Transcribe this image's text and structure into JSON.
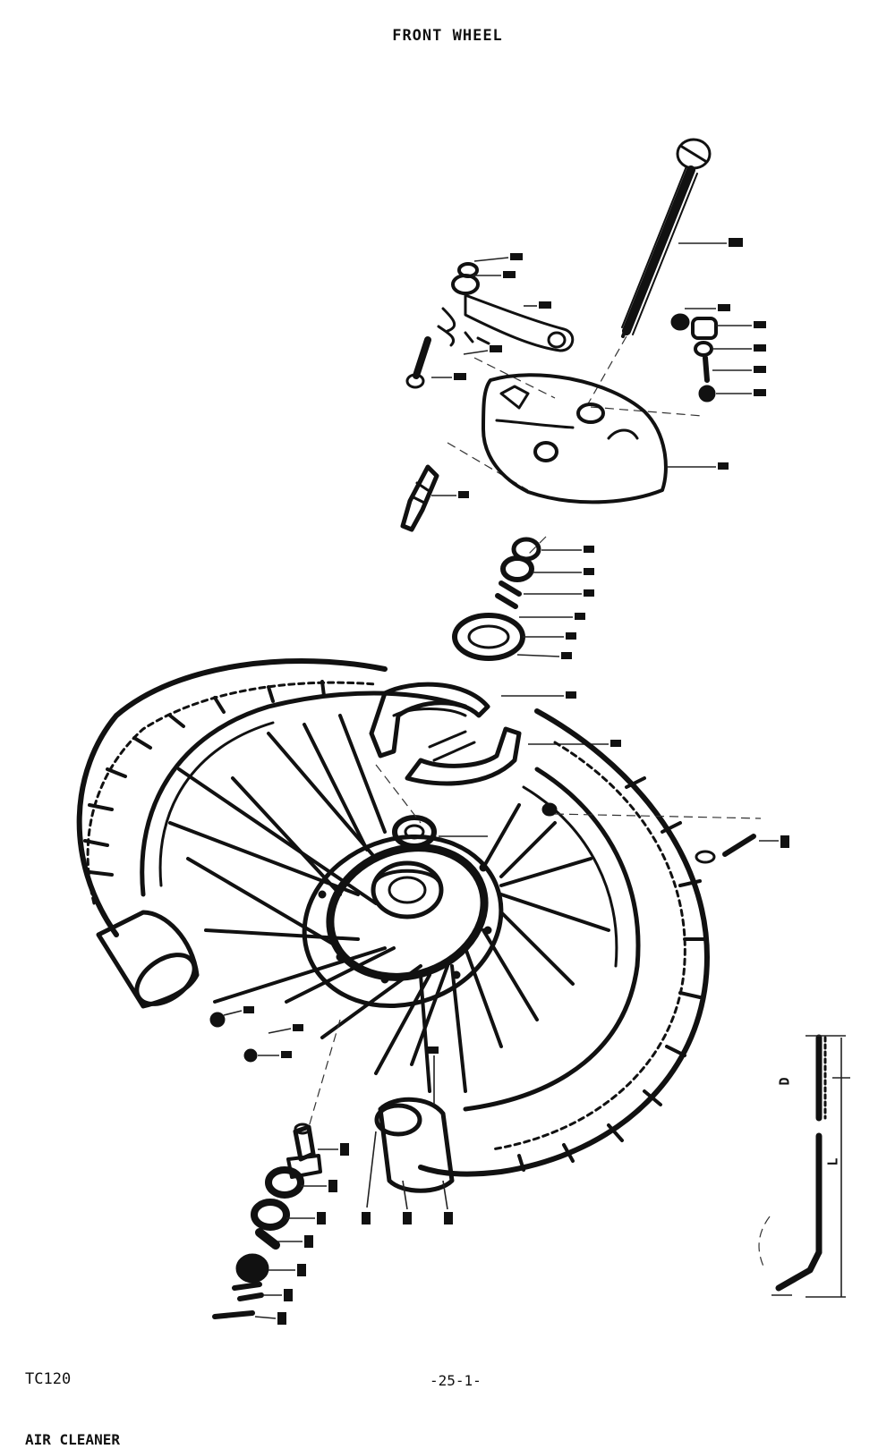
{
  "page": {
    "title": "FRONT WHEEL",
    "model": "TC120",
    "page_number": "-25-1-",
    "footer_partial": "AIR CLEANER"
  },
  "spoke_dimension": {
    "labels": [
      "D",
      "L"
    ]
  },
  "colors": {
    "ink": "#111111",
    "paper": "#ffffff"
  }
}
